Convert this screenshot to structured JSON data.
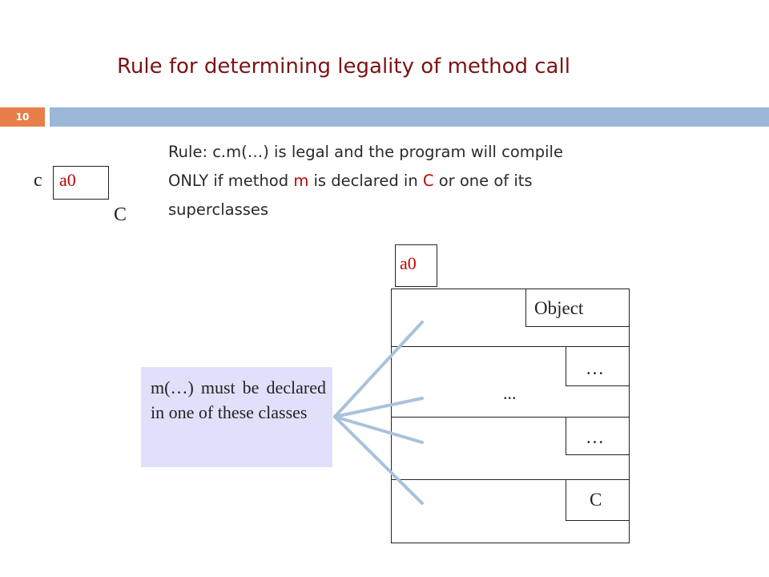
{
  "slide": {
    "title": "Rule for determining legality of method call",
    "number": "10"
  },
  "variable": {
    "name": "c",
    "value": "a0",
    "type": "C"
  },
  "rule": {
    "line1_prefix": "Rule: c.m(…) is legal and the program will compile",
    "line2_a": "ONLY if method ",
    "line2_m": "m",
    "line2_b": " is declared in ",
    "line2_c": "C",
    "line2_d": " or one of its",
    "line3": "superclasses"
  },
  "object": {
    "name": "a0",
    "partitions": [
      {
        "label": "Object"
      },
      {
        "label": "…",
        "middle": "..."
      },
      {
        "label": "…"
      },
      {
        "label": "C"
      }
    ]
  },
  "note": {
    "text": "m(…) must be declared in one of these classes"
  },
  "colors": {
    "title": "#7b1416",
    "accent": "#c00000",
    "slide_number_bg": "#e87f4a",
    "header_bar": "#9bb8d8",
    "note_bg": "#e0e0fa",
    "arrow": "#a9c2dc"
  }
}
